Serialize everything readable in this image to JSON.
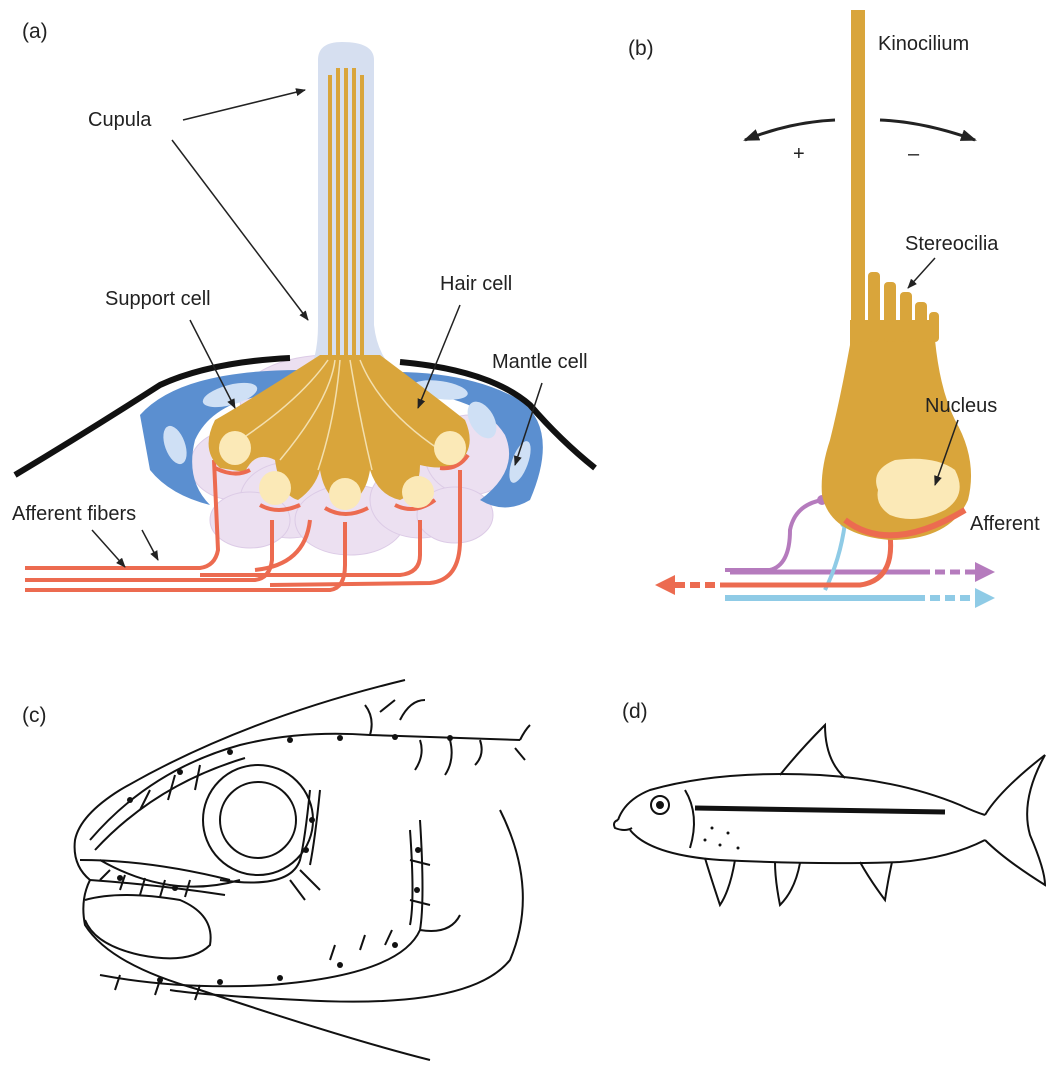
{
  "panels": {
    "a": "(a)",
    "b": "(b)",
    "c": "(c)",
    "d": "(d)"
  },
  "labels_a": {
    "cupula": "Cupula",
    "support_cell": "Support cell",
    "hair_cell": "Hair cell",
    "mantle_cell": "Mantle cell",
    "afferent_fibers": "Afferent fibers"
  },
  "labels_b": {
    "kinocilium": "Kinocilium",
    "stereocilia": "Stereocilia",
    "nucleus": "Nucleus",
    "afferent": "Afferent",
    "plus": "+",
    "minus": "–"
  },
  "colors": {
    "hair_cell": "#d9a53b",
    "hair_cell_dark": "#b9831f",
    "nucleus": "#fbe9b7",
    "cupula": "#d6dff0",
    "mantle_blue": "#5b8fd0",
    "support_pale": "#e6d9ee",
    "afferent_red": "#ec6b50",
    "efferent_purple": "#b57bbd",
    "efferent_blue": "#8fcbe6",
    "skin": "#111111"
  }
}
